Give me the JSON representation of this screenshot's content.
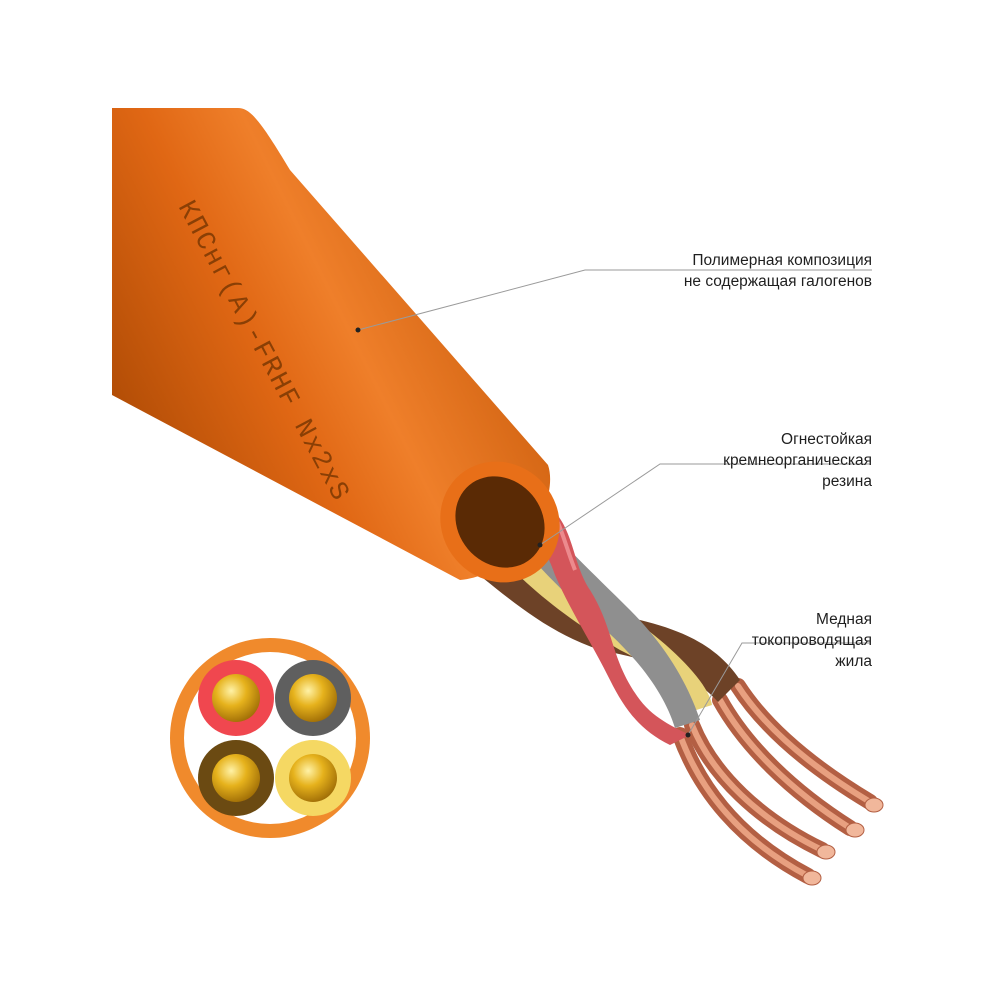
{
  "cable": {
    "marking": "КПСнг(А)-FRHF Nx2xS",
    "colors": {
      "sheath": "#d9600e",
      "sheath_shadow": "#a84705",
      "sheath_highlight": "#ee8436",
      "core_red": "#d4555a",
      "core_grey": "#8f8f8f",
      "core_brown": "#6d4227",
      "core_yellow": "#e8d27a",
      "copper": "#d9866a"
    }
  },
  "callouts": [
    {
      "lines": [
        "Полимерная композиция",
        "не содержащая галогенов"
      ]
    },
    {
      "lines": [
        "Огнестойкая",
        "кремнеорганическая",
        "резина"
      ]
    },
    {
      "lines": [
        "Медная",
        "токопроводящая",
        "жила"
      ]
    }
  ],
  "cross_section": {
    "outer_ring_color": "#f08a2c",
    "cores": [
      {
        "insulation": "red",
        "color": "#f0474f"
      },
      {
        "insulation": "grey",
        "color": "#5f5f5f"
      },
      {
        "insulation": "brown",
        "color": "#6b4a12"
      },
      {
        "insulation": "yellow",
        "color": "#f5d863"
      }
    ],
    "conductor_color": "#e6b21c"
  }
}
